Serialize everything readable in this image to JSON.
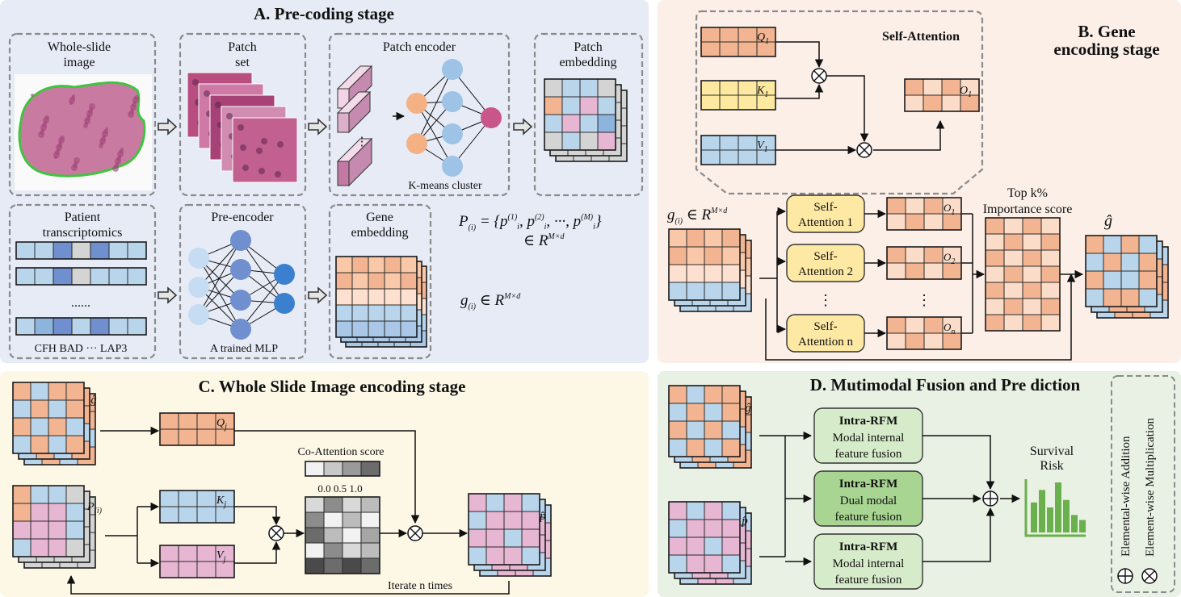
{
  "colors": {
    "panel_a": "#e6ebf6",
    "panel_b": "#fbefe8",
    "panel_c": "#fdf8e6",
    "panel_d": "#e9f1e4",
    "orange": "#f3b591",
    "orange_light": "#fbdcc9",
    "blue": "#b9d5ec",
    "blue_mid": "#8cb4dc",
    "blue_dark": "#6f8fcf",
    "pink": "#e6b6d2",
    "gray": "#d4d4d4",
    "yellow": "#fdeaa0",
    "yellow_box": "#fde9a4",
    "green_box": "#d6ebc9",
    "green_box_dark": "#a8d592",
    "green": "#6ab04c",
    "neuron_orange": "#f4b183",
    "neuron_blue": "#9dc3e6",
    "neuron_magenta": "#c9568a",
    "tissue": "#c97aa0",
    "contour": "#3fc43f"
  },
  "panel_a": {
    "title": "A. Pre-coding stage",
    "wsi_label": [
      "Whole-slide",
      "image"
    ],
    "patch_set_label": [
      "Patch",
      "set"
    ],
    "patch_encoder_label": "Patch encoder",
    "kmeans_label": "K-means cluster",
    "patch_embedding_label": [
      "Patch",
      "embedding"
    ],
    "transcriptomics_label": [
      "Patient",
      "transcriptomics"
    ],
    "ellipsis": "......",
    "genes_label": "CFH BAD  ···  LAP3",
    "pre_encoder_label": "Pre-encoder",
    "mlp_label": "A trained MLP",
    "gene_embedding_label": [
      "Gene",
      "embedding"
    ],
    "formula_p_left": "P",
    "formula_p_right": "= {p",
    "formula_p_line2": "∈ R",
    "formula_g": "g",
    "formula_g_tail": "∈ R"
  },
  "panel_b": {
    "title": [
      "B. Gene",
      "encoding stage"
    ],
    "self_attention_title": "Self-Attention",
    "q_label": "Q",
    "k_label": "K",
    "v_label": "V",
    "o_label": "O",
    "g_input": "g",
    "g_input_tail": "∈ R",
    "sa_blocks": [
      {
        "line1": "Self-",
        "line2": "Attention 1"
      },
      {
        "line1": "Self-",
        "line2": "Attention 2"
      },
      {
        "line1": "Self-",
        "line2": "Attention n"
      }
    ],
    "topk_label": [
      "Top k%",
      "Importance score"
    ],
    "ghat_label": "ĝ",
    "dots": "⋮"
  },
  "panel_c": {
    "title": "C. Whole Slide Image encoding stage",
    "ghat_label": "ĝ",
    "p_label": "P",
    "q_label": "Q",
    "k_label": "K",
    "v_label": "V",
    "coattn_label": "Co-Attention score",
    "scale_ticks": "0.0 0.5 1.0",
    "phat_label": "p̂",
    "iterate_label": "Iterate n times"
  },
  "panel_d": {
    "title": "D. Mutimodal Fusion and Pre diction",
    "ghat_label": "ĝ",
    "phat_label": "p̂",
    "rfm_blocks": [
      {
        "title": "Intra-RFM",
        "line1": "Modal internal",
        "line2": "feature fusion"
      },
      {
        "title": "Intra-RFM",
        "line1": "Dual modal",
        "line2": "feature fusion"
      },
      {
        "title": "Intra-RFM",
        "line1": "Modal internal",
        "line2": "feature fusion"
      }
    ],
    "survival_label": [
      "Survival",
      "Risk"
    ],
    "legend_add": "Elemental-wise Addition",
    "legend_mul": "Element-wise Multiplication"
  }
}
